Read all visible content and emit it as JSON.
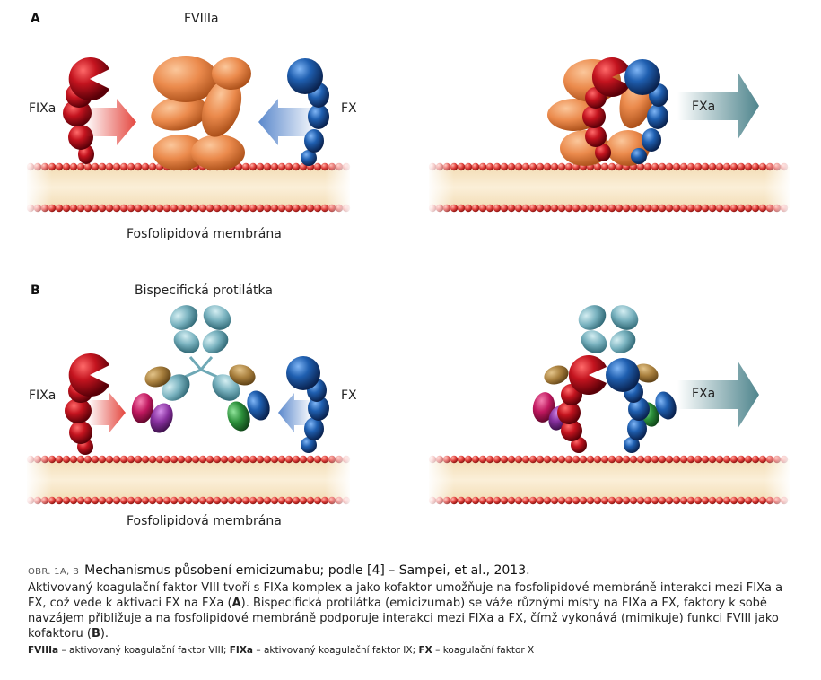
{
  "panel_a": {
    "letter": "A",
    "fviiia_label": "FVIIIa",
    "fixa_label": "FIXa",
    "fx_label": "FX",
    "fxa_label": "FXa",
    "membrane_label": "Fosfolipidová membrána"
  },
  "panel_b": {
    "letter": "B",
    "antibody_label": "Bispecifická protilátka",
    "fixa_label": "FIXa",
    "fx_label": "FX",
    "fxa_label": "FXa",
    "membrane_label": "Fosfolipidová membrána"
  },
  "caption": {
    "prefix": "OBR. 1A, B",
    "title": "Mechanismus působení emicizumabu; podle [4] – Sampei, et al., 2013.",
    "body_1": "Aktivovaný koagulační faktor VIII tvoří s FIXa komplex a jako kofaktor umožňuje na fosfolipidové membráně interakci mezi FIXa a FX, což vede k aktivaci FX na FXa (",
    "body_1_bold": "A",
    "body_2": "). Bispecifická protilátka (emicizumab) se váže různými místy na FIXa a FX, faktory k sobě navzájem přibližuje a na fosfolipidové membráně podporuje interakci mezi FIXa a FX, čímž vykonává (mimikuje) funkci FVIII jako kofaktoru (",
    "body_2_bold": "B",
    "body_3": ").",
    "abbr": [
      {
        "term": "FVIIIa",
        "def": " – aktivovaný koagulační faktor VIII; "
      },
      {
        "term": "FIXa",
        "def": " – aktivovaný koagulační faktor IX; "
      },
      {
        "term": "FX",
        "def": " – koagulační faktor X"
      }
    ]
  },
  "colors": {
    "fixa_red": "#b0121e",
    "fx_blue": "#1c5aa6",
    "fviiia_orange": "#e8884a",
    "antibody_teal": "#6fa9b6",
    "membrane_head": "#e2413d",
    "membrane_tail": "#f5e2c0",
    "arrow_red": "#e4473f",
    "arrow_blue": "#5a88cc",
    "arrow_teal": "#4f858d"
  }
}
